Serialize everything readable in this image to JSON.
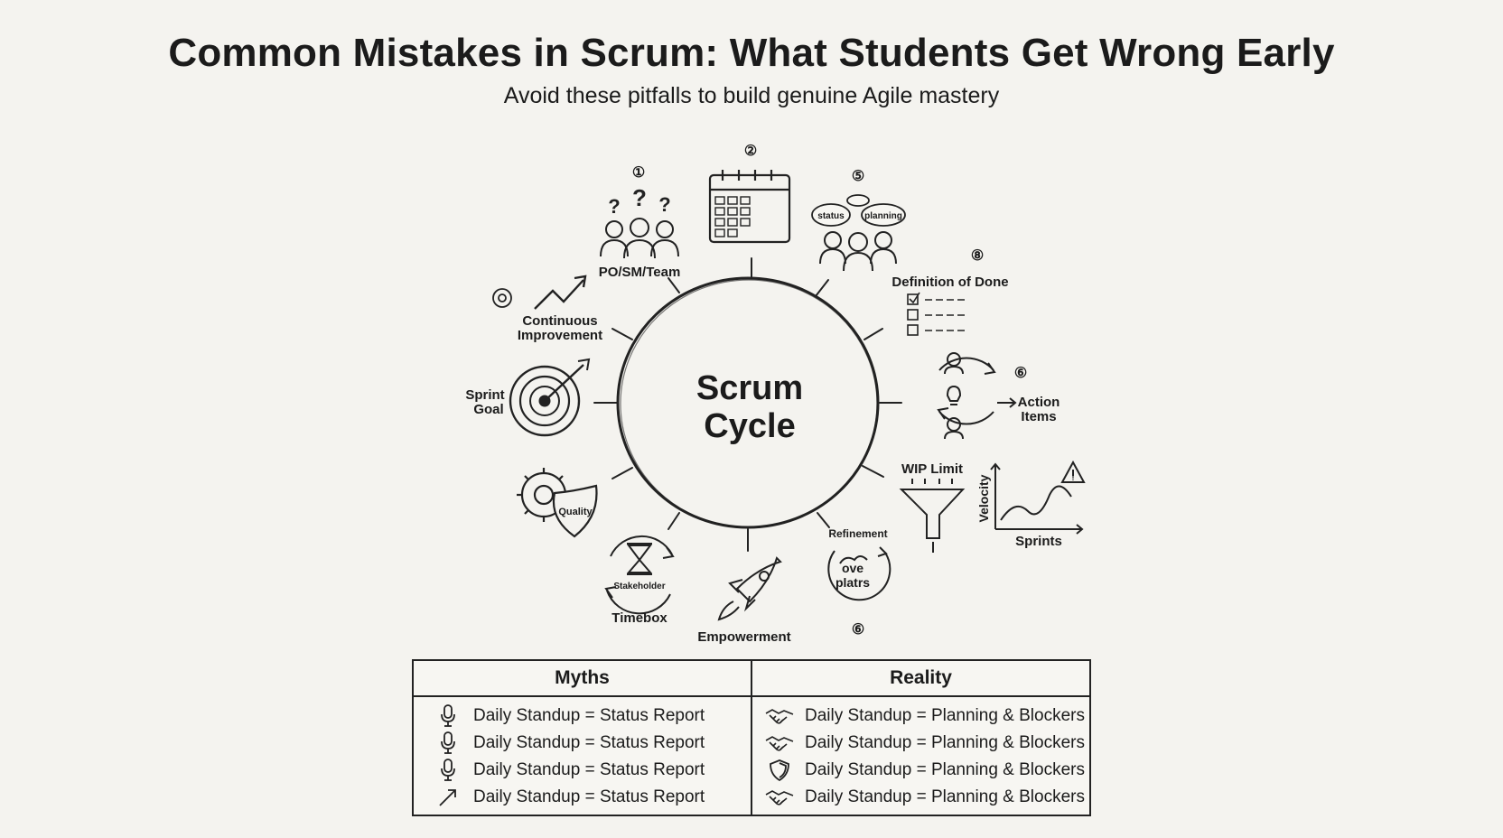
{
  "header": {
    "title": "Common Mistakes in Scrum: What Students Get Wrong Early",
    "subtitle": "Avoid these pitfalls to build genuine Agile mastery"
  },
  "center": {
    "line1": "Scrum",
    "line2": "Cycle"
  },
  "nodes": {
    "roles": {
      "number": "①",
      "label": "PO/SM/Team"
    },
    "calendar": {
      "number": "②"
    },
    "standup": {
      "number": "⑤",
      "bubble_left": "status",
      "bubble_right": "planning"
    },
    "done": {
      "number": "⑧",
      "label": "Definition of Done"
    },
    "retro": {
      "number": "⑥",
      "label_line1": "Action",
      "label_line2": "Items"
    },
    "wip": {
      "label": "WIP Limit",
      "y_axis": "Velocity",
      "x_axis": "Sprints"
    },
    "refinement": {
      "number": "⑥",
      "label": "Refinement",
      "scribble_line1": "ove",
      "scribble_line2": "platrs"
    },
    "empowerment": {
      "label": "Empowerment"
    },
    "timebox": {
      "label": "Timebox",
      "inner": "Stakeholder"
    },
    "quality": {
      "label": "Quality"
    },
    "goal": {
      "label_line1": "Sprint",
      "label_line2": "Goal"
    },
    "improvement": {
      "label_line1": "Continuous",
      "label_line2": "Improvement"
    }
  },
  "table": {
    "myths_header": "Myths",
    "reality_header": "Reality",
    "myths": [
      {
        "text": "Daily Standup = Status Report",
        "icon": "microphone-icon"
      },
      {
        "text": "Daily Standup = Status Report",
        "icon": "microphone-icon"
      },
      {
        "text": "Daily Standup = Status Report",
        "icon": "microphone-icon"
      },
      {
        "text": "Daily Standup = Status Report",
        "icon": "arrow-icon"
      }
    ],
    "reality": [
      {
        "text": "Daily Standup = Planning & Blockers",
        "icon": "handshake-icon"
      },
      {
        "text": "Daily Standup = Planning & Blockers",
        "icon": "handshake-icon"
      },
      {
        "text": "Daily Standup = Planning & Blockers",
        "icon": "shield-icon"
      },
      {
        "text": "Daily Standup = Planning & Blockers",
        "icon": "handshake-icon"
      }
    ]
  }
}
